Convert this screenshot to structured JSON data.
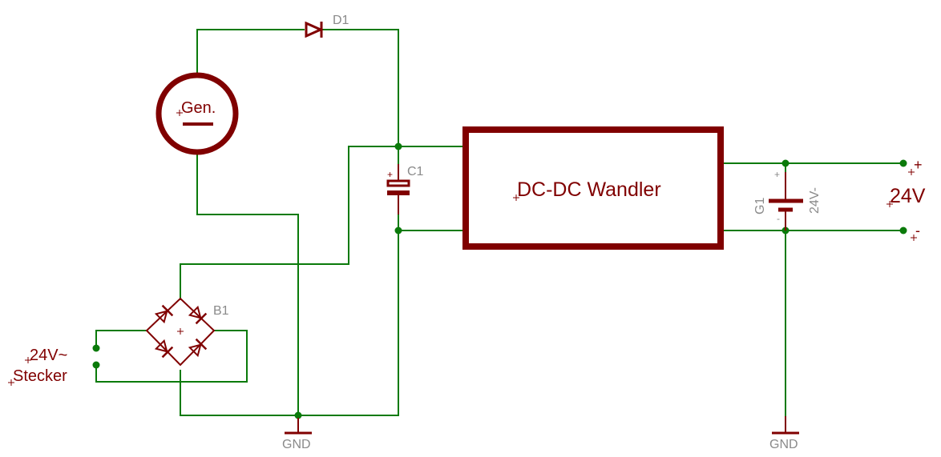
{
  "diagram": {
    "type": "electrical-schematic",
    "components": {
      "generator": {
        "label": "Gen."
      },
      "diode": {
        "ref": "D1"
      },
      "capacitor": {
        "ref": "C1",
        "polarity": "+"
      },
      "converter": {
        "label": "DC-DC Wandler"
      },
      "bridge": {
        "ref": "B1"
      },
      "battery": {
        "ref": "G1",
        "value": "24V-",
        "plus": "+",
        "minus": "-"
      },
      "input": {
        "line1": "24V~",
        "line2": "Stecker"
      },
      "output": {
        "label": "24V",
        "plus": "+",
        "minus": "-"
      },
      "gnd_left": {
        "label": "GND"
      },
      "gnd_right": {
        "label": "GND"
      }
    },
    "colors": {
      "wire": "#0a7a0a",
      "symbol": "#800000",
      "ref_text": "#8a8a8a"
    }
  }
}
